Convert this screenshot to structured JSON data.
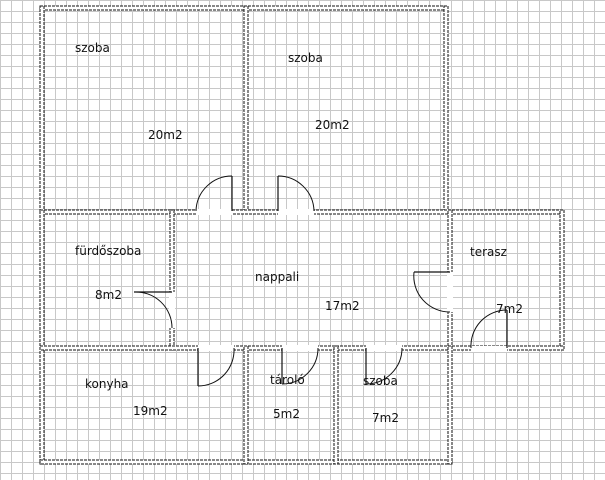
{
  "plan": {
    "rooms": [
      {
        "id": "szoba-1",
        "label": "szoba",
        "area": "20m2"
      },
      {
        "id": "szoba-2",
        "label": "szoba",
        "area": "20m2"
      },
      {
        "id": "furdoszoba",
        "label": "fürdőszoba",
        "area": "8m2"
      },
      {
        "id": "nappali",
        "label": "nappali",
        "area": "17m2"
      },
      {
        "id": "terasz",
        "label": "terasz",
        "area": "7m2"
      },
      {
        "id": "konyha",
        "label": "konyha",
        "area": "19m2"
      },
      {
        "id": "tarolo",
        "label": "tároló",
        "area": "5m2"
      },
      {
        "id": "szoba-3",
        "label": "szoba",
        "area": "7m2"
      }
    ],
    "colors": {
      "grid": "#c8c8c8",
      "wall": "#111111",
      "background": "#ffffff"
    }
  }
}
